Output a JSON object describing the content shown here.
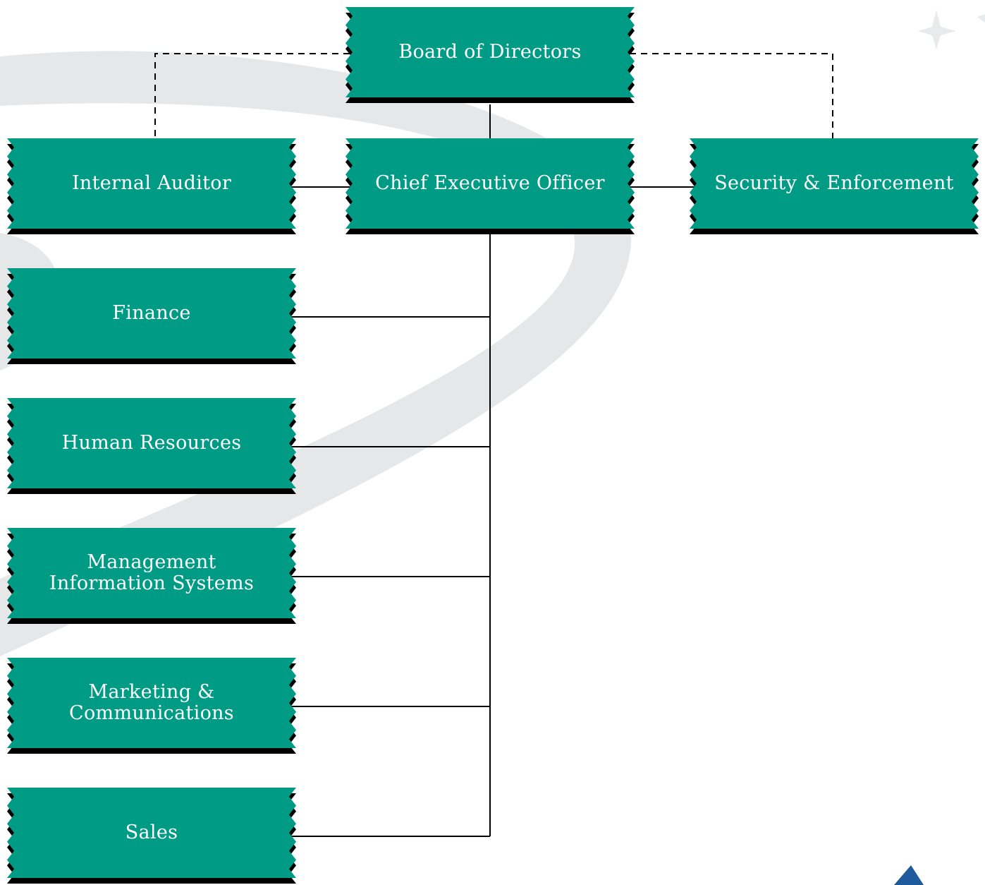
{
  "colors": {
    "node_fill": "#009b84",
    "node_shadow": "#000000",
    "connector": "#000000",
    "background_swoosh": "#e6e7e8",
    "corner_accent": "#1e5a9c"
  },
  "icons": [
    "sparkle-icon",
    "triangle-accent-icon"
  ],
  "org_chart": {
    "board": "Board of Directors",
    "internal_auditor": "Internal Auditor",
    "ceo": "Chief Executive Officer",
    "security": "Security & Enforcement",
    "finance": "Finance",
    "human_resources": "Human Resources",
    "mis": "Management Information Systems",
    "marketing": "Marketing & Communications",
    "sales": "Sales"
  }
}
